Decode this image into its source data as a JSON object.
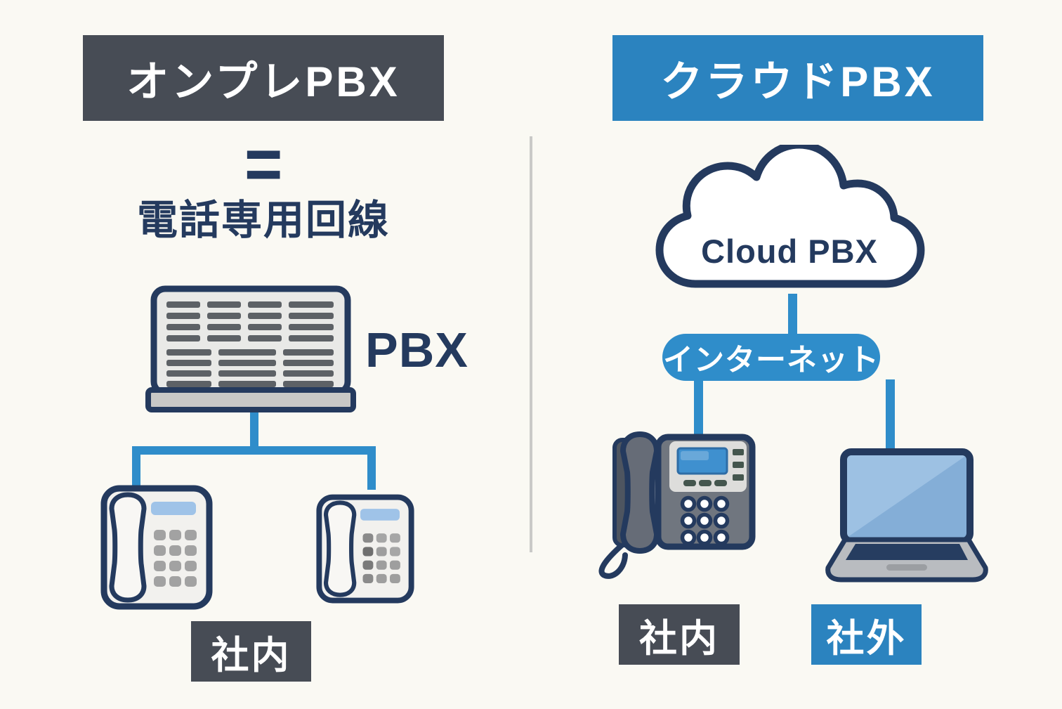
{
  "left": {
    "header": "オンプレPBX",
    "equals": "=",
    "subtitle": "電話専用回線",
    "pbx_label": "PBX",
    "location_label": "社内"
  },
  "right": {
    "header": "クラウドPBX",
    "cloud_label": "Cloud PBX",
    "internet_label": "インターネット",
    "location_inside": "社内",
    "location_outside": "社外"
  },
  "colors": {
    "navy": "#243a5e",
    "accent_blue": "#2b83bf",
    "line_blue": "#2f8dca",
    "dark_gray": "#474c55",
    "background": "#faf9f3",
    "divider_gray": "#c9c9c7",
    "device_light_gray": "#e9e9e7",
    "phone_display_blue": "#9fc3e8",
    "laptop_screen_blue": "#84aed7"
  },
  "icons": {
    "pbx_device": "pbx-server-icon",
    "analog_phone": "desk-phone-icon",
    "ip_phone": "business-phone-icon",
    "laptop": "laptop-icon",
    "cloud": "cloud-icon",
    "internet": "internet-pill"
  }
}
